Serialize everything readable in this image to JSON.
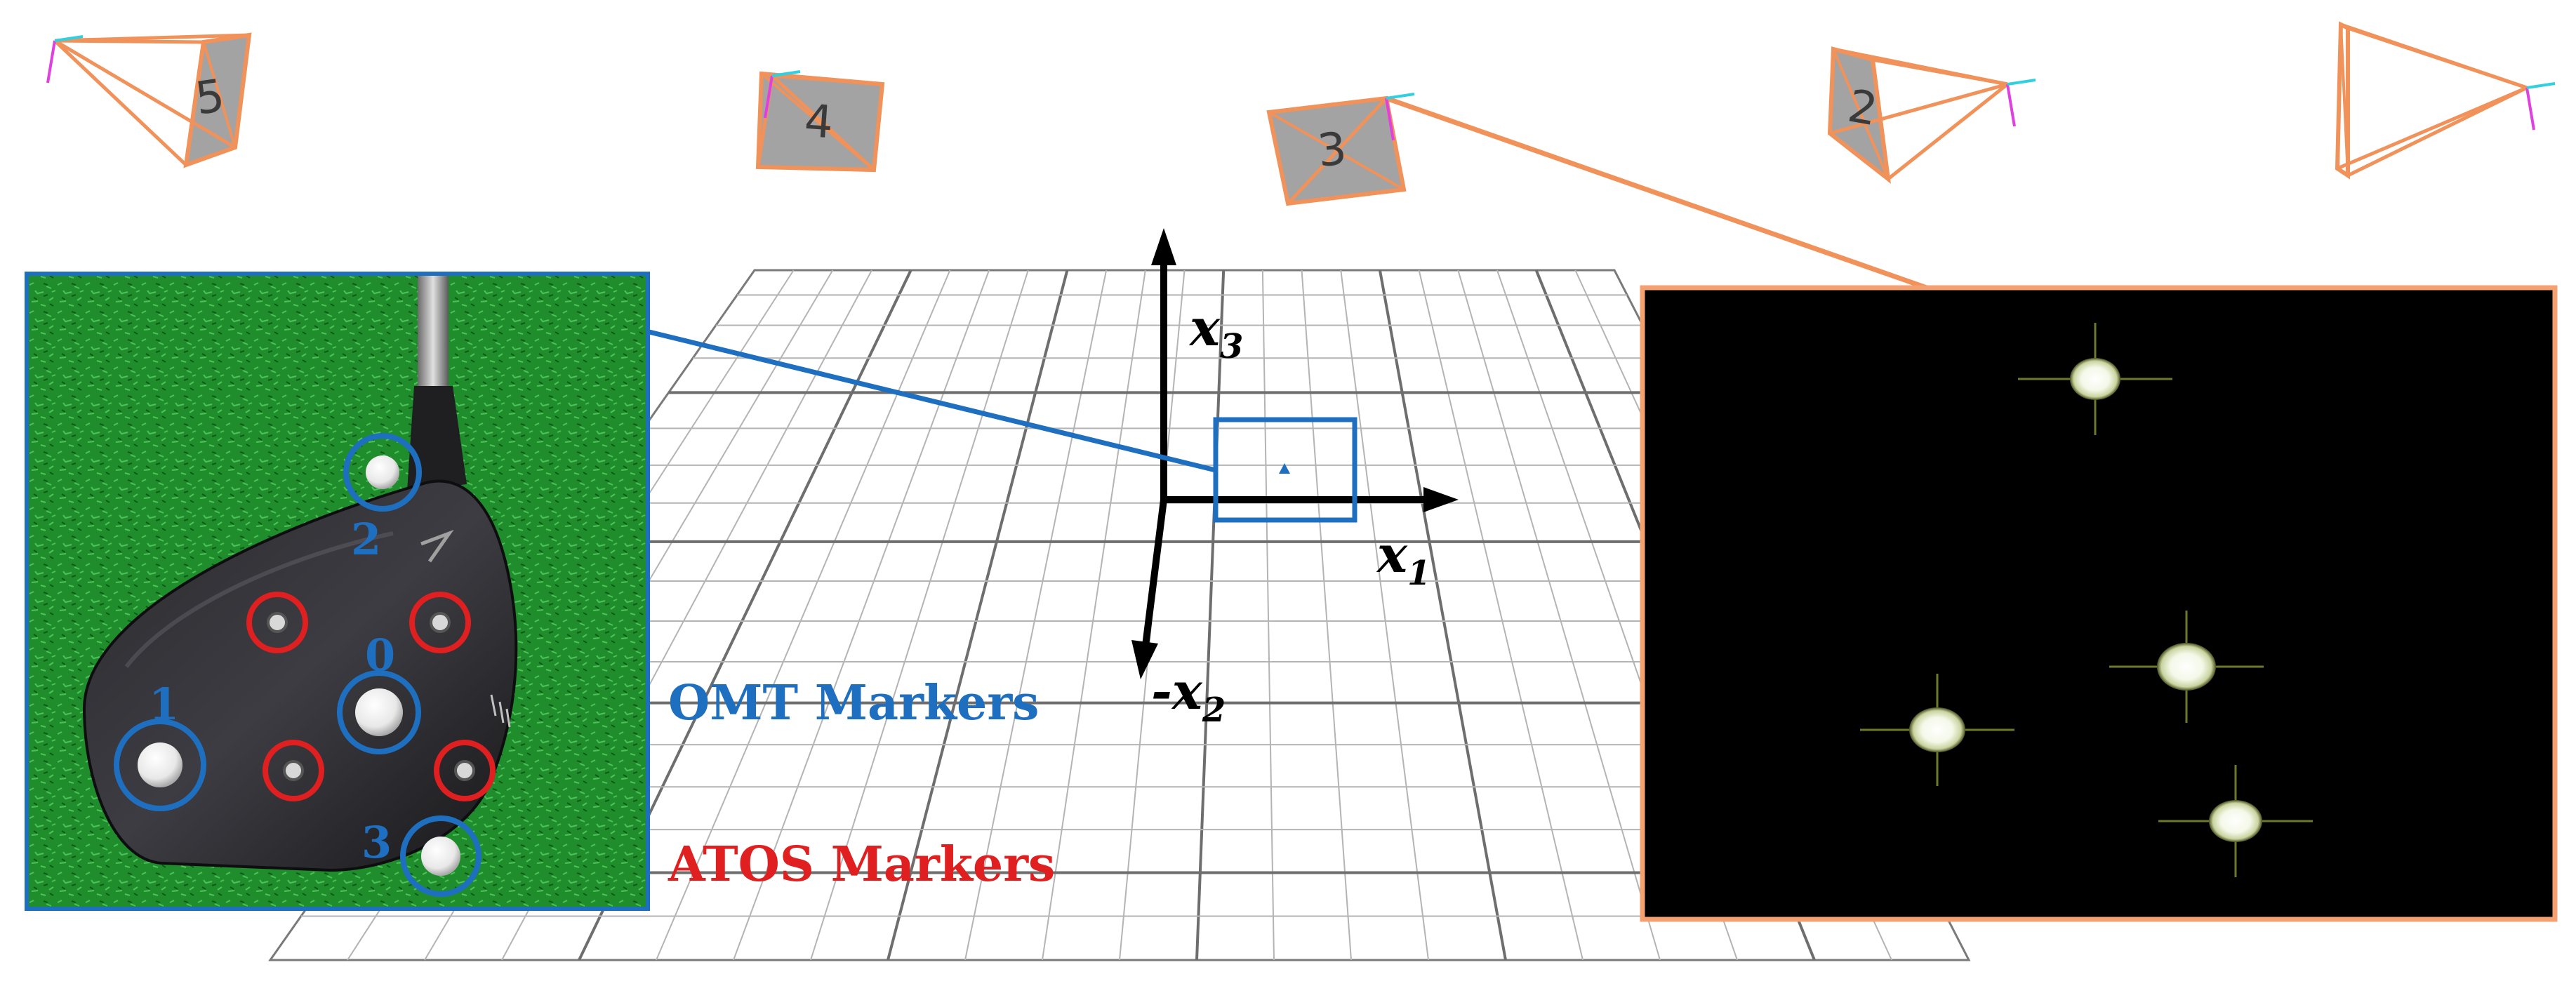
{
  "cameras": [
    {
      "id": "5",
      "label": "5"
    },
    {
      "id": "4",
      "label": "4"
    },
    {
      "id": "3",
      "label": "3"
    },
    {
      "id": "2",
      "label": "2"
    },
    {
      "id": "1",
      "label": ""
    }
  ],
  "axes": {
    "x1": {
      "symbol": "x",
      "sub": "1",
      "prefix": ""
    },
    "x2": {
      "symbol": "x",
      "sub": "2",
      "prefix": "-"
    },
    "x3": {
      "symbol": "x",
      "sub": "3",
      "prefix": ""
    }
  },
  "markers": {
    "omt_numbers": [
      "0",
      "1",
      "2",
      "3"
    ]
  },
  "legend": {
    "omt_label": "OMT Markers",
    "atos_label": "ATOS Markers"
  },
  "colors": {
    "omt_blue": "#1f6fc0",
    "atos_red": "#e02020",
    "camera_orange": "#f0925a",
    "grass_green": "#1e8a2a",
    "grid_gray": "#8a8a8a"
  }
}
